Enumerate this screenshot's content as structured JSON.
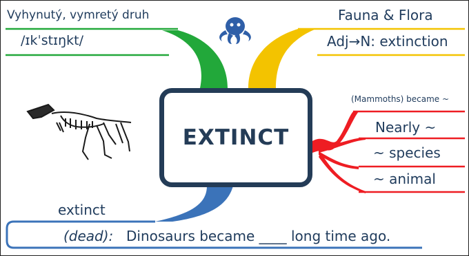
{
  "center": {
    "word": "EXTINCT"
  },
  "top_left": {
    "translation": "Vyhynutý, vymretý druh",
    "phonetic": "/ɪkˈstɪŋkt/"
  },
  "top_right": {
    "topic": "Fauna & Flora",
    "word_formation": "Adj→N: extinction"
  },
  "right": {
    "prompt": "(Mammoths) became ~",
    "collocations": [
      "Nearly ~",
      "~ species",
      "~ animal"
    ]
  },
  "bottom": {
    "word": "extinct",
    "hint": "(dead):",
    "sentence": "Dinosaurs became ____ long time ago."
  },
  "icons": {
    "logo": "octopus-icon",
    "illustration": "t-rex-skeleton-icon"
  },
  "colors": {
    "green": "#22a83a",
    "yellow": "#f3c300",
    "red": "#ee1d23",
    "blue": "#3b73b9",
    "navy": "#243c57",
    "logo_blue": "#2f5fa8"
  }
}
